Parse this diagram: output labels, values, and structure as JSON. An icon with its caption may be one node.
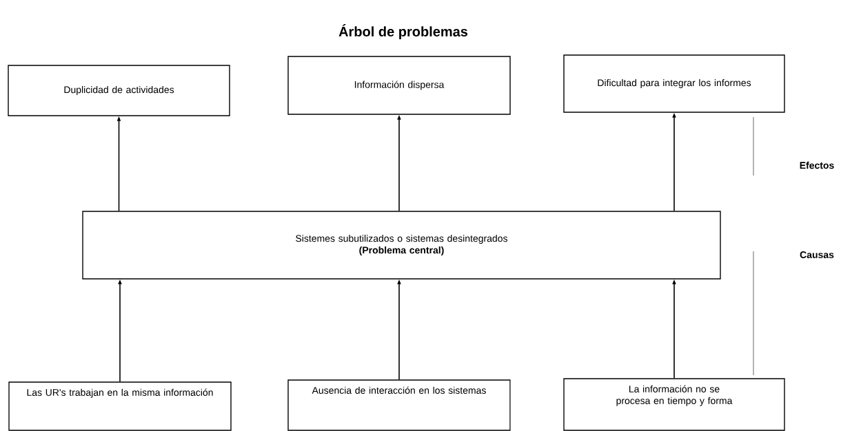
{
  "diagram": {
    "title": "Árbol de problemas",
    "nodes": [
      {
        "text": [
          "Duplicidad de actividades"
        ]
      },
      {
        "text": [
          "Información dispersa"
        ]
      },
      {
        "text": [
          "Dificultad para integrar los informes"
        ]
      },
      {
        "text": [
          "Sistemes subutilizados o sistemas desintegrados",
          "(Problema central)"
        ]
      },
      {
        "text": [
          "Las UR's trabajan en la misma información"
        ]
      },
      {
        "text": [
          "Ausencia de interacción en los sistemas"
        ]
      },
      {
        "text": [
          "La información no se procesa en tiempo y forma"
        ]
      }
    ],
    "edges": [
      {
        "from": 3,
        "to": 0,
        "arrow": "to"
      },
      {
        "from": 3,
        "to": 1,
        "arrow": "to"
      },
      {
        "from": 3,
        "to": 2,
        "arrow": "to"
      },
      {
        "from": 4,
        "to": 3,
        "arrow": "to"
      },
      {
        "from": 5,
        "to": 3,
        "arrow": "to"
      },
      {
        "from": 6,
        "to": 3,
        "arrow": "to"
      }
    ],
    "labels": [
      "Efectos",
      "Causas"
    ]
  }
}
